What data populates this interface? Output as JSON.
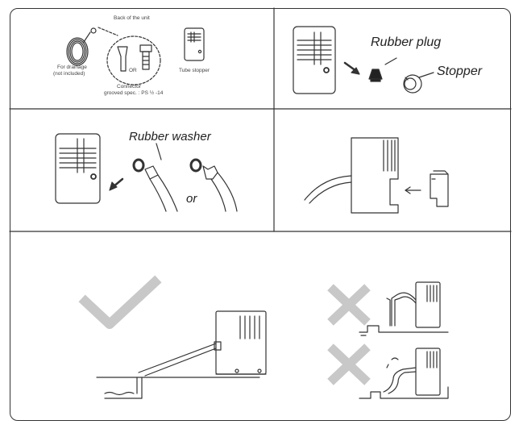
{
  "panel1": {
    "back_of_unit": "Back of the unit",
    "for_drainage_line1": "For drainage",
    "for_drainage_line2": "(not included)",
    "or": "OR",
    "connector": "Connector",
    "grooved_spec": "grooved spec. : PS ½ -14",
    "tube_stopper": "Tube stopper"
  },
  "panel2": {
    "rubber_plug": "Rubber plug",
    "stopper": "Stopper"
  },
  "panel3": {
    "rubber_washer": "Rubber washer",
    "or": "or"
  },
  "colors": {
    "line": "#333333",
    "check_mark": "#c8c8c8",
    "cross_mark": "#c8c8c8",
    "floor": "#cfcfcf"
  },
  "marks": {
    "correct_icon": "check-mark-icon",
    "wrong_icon": "cross-mark-icon"
  }
}
